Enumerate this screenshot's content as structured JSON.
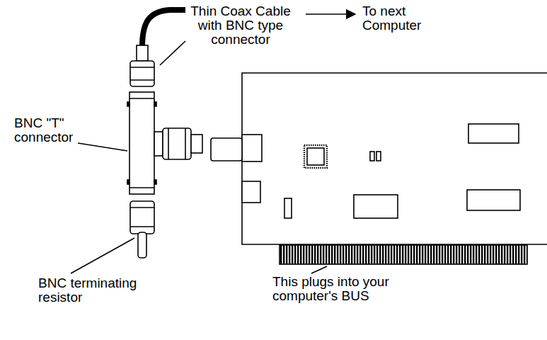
{
  "diagram": {
    "labels": [
      "Thin Coax Cable with BNC type connector",
      "To next Computer",
      "BNC \"T\" connector",
      "BNC terminating resistor",
      "This plugs into your computer's BUS"
    ]
  }
}
